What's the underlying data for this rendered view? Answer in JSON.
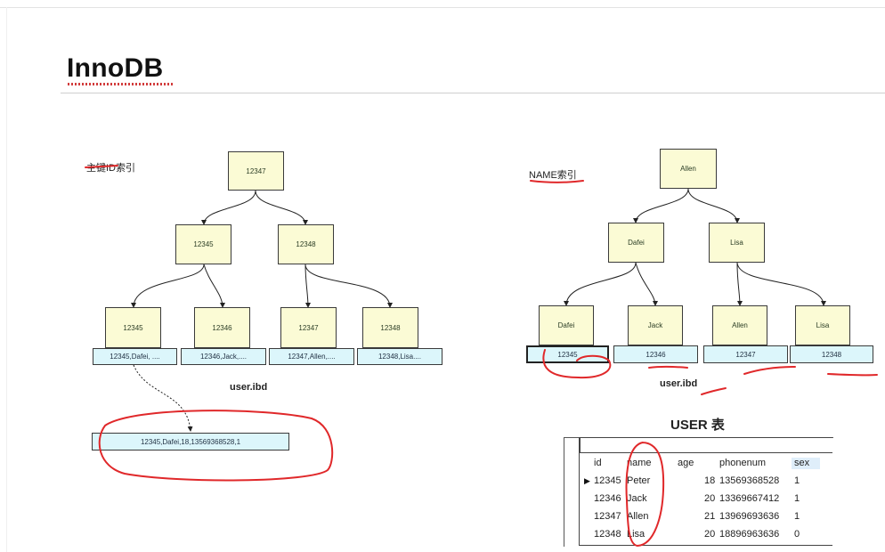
{
  "page": {
    "title": "InnoDB"
  },
  "primary_index": {
    "label": "主键ID索引",
    "root": "12347",
    "internal": [
      "12345",
      "12348"
    ],
    "leaf_keys": [
      "12345",
      "12346",
      "12347",
      "12348"
    ],
    "leaf_rows": [
      "12345,Dafei, ....",
      "12346,Jack,....",
      "12347,Allen,....",
      "12348,Lisa...."
    ],
    "file_label": "user.ibd",
    "row_detail": "12345,Dafei,18,13569368528,1"
  },
  "name_index": {
    "label": "NAME索引",
    "root": "Allen",
    "internal": [
      "Dafei",
      "Lisa"
    ],
    "leaf_keys": [
      "Dafei",
      "Jack",
      "Allen",
      "Lisa"
    ],
    "leaf_ids": [
      "12345",
      "12346",
      "12347",
      "12348"
    ],
    "file_label": "user.ibd"
  },
  "user_table": {
    "title": "USER 表",
    "columns": [
      "id",
      "name",
      "age",
      "phonenum",
      "sex"
    ],
    "rows": [
      {
        "id": "12345",
        "name": "Peter",
        "age": "18",
        "phonenum": "13569368528",
        "sex": "1"
      },
      {
        "id": "12346",
        "name": "Jack",
        "age": "20",
        "phonenum": "13369667412",
        "sex": "1"
      },
      {
        "id": "12347",
        "name": "Allen",
        "age": "21",
        "phonenum": "13969693636",
        "sex": "1"
      },
      {
        "id": "12348",
        "name": "Lisa",
        "age": "20",
        "phonenum": "18896963636",
        "sex": "0"
      }
    ]
  },
  "colors": {
    "node_fill": "#fbfbd5",
    "leaf_fill": "#dcf6fb",
    "annotation": "#e0282a",
    "header_highlight": "#dfeefa"
  }
}
